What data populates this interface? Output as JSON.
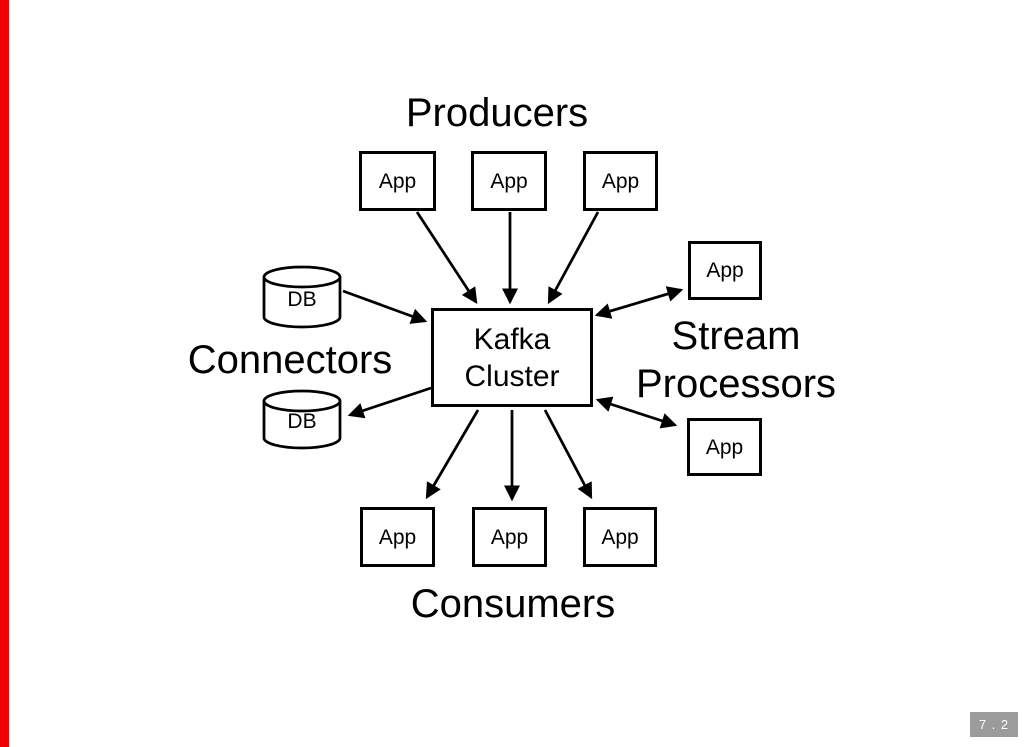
{
  "slide": {
    "background_color": "#ffffff",
    "accent_bar_color": "#ee0000",
    "badge": {
      "text": "7 . 2",
      "background_color": "#9b9b9b",
      "text_color": "#ffffff"
    }
  },
  "diagram": {
    "stroke_color": "#000000",
    "kafka_cluster": {
      "line1": "Kafka",
      "line2": "Cluster"
    },
    "producers": {
      "title": "Producers",
      "apps": [
        "App",
        "App",
        "App"
      ]
    },
    "connectors": {
      "title": "Connectors",
      "databases": [
        "DB",
        "DB"
      ]
    },
    "stream_processors": {
      "title_line1": "Stream",
      "title_line2": "Processors",
      "apps": [
        "App",
        "App"
      ]
    },
    "consumers": {
      "title": "Consumers",
      "apps": [
        "App",
        "App",
        "App"
      ]
    }
  }
}
